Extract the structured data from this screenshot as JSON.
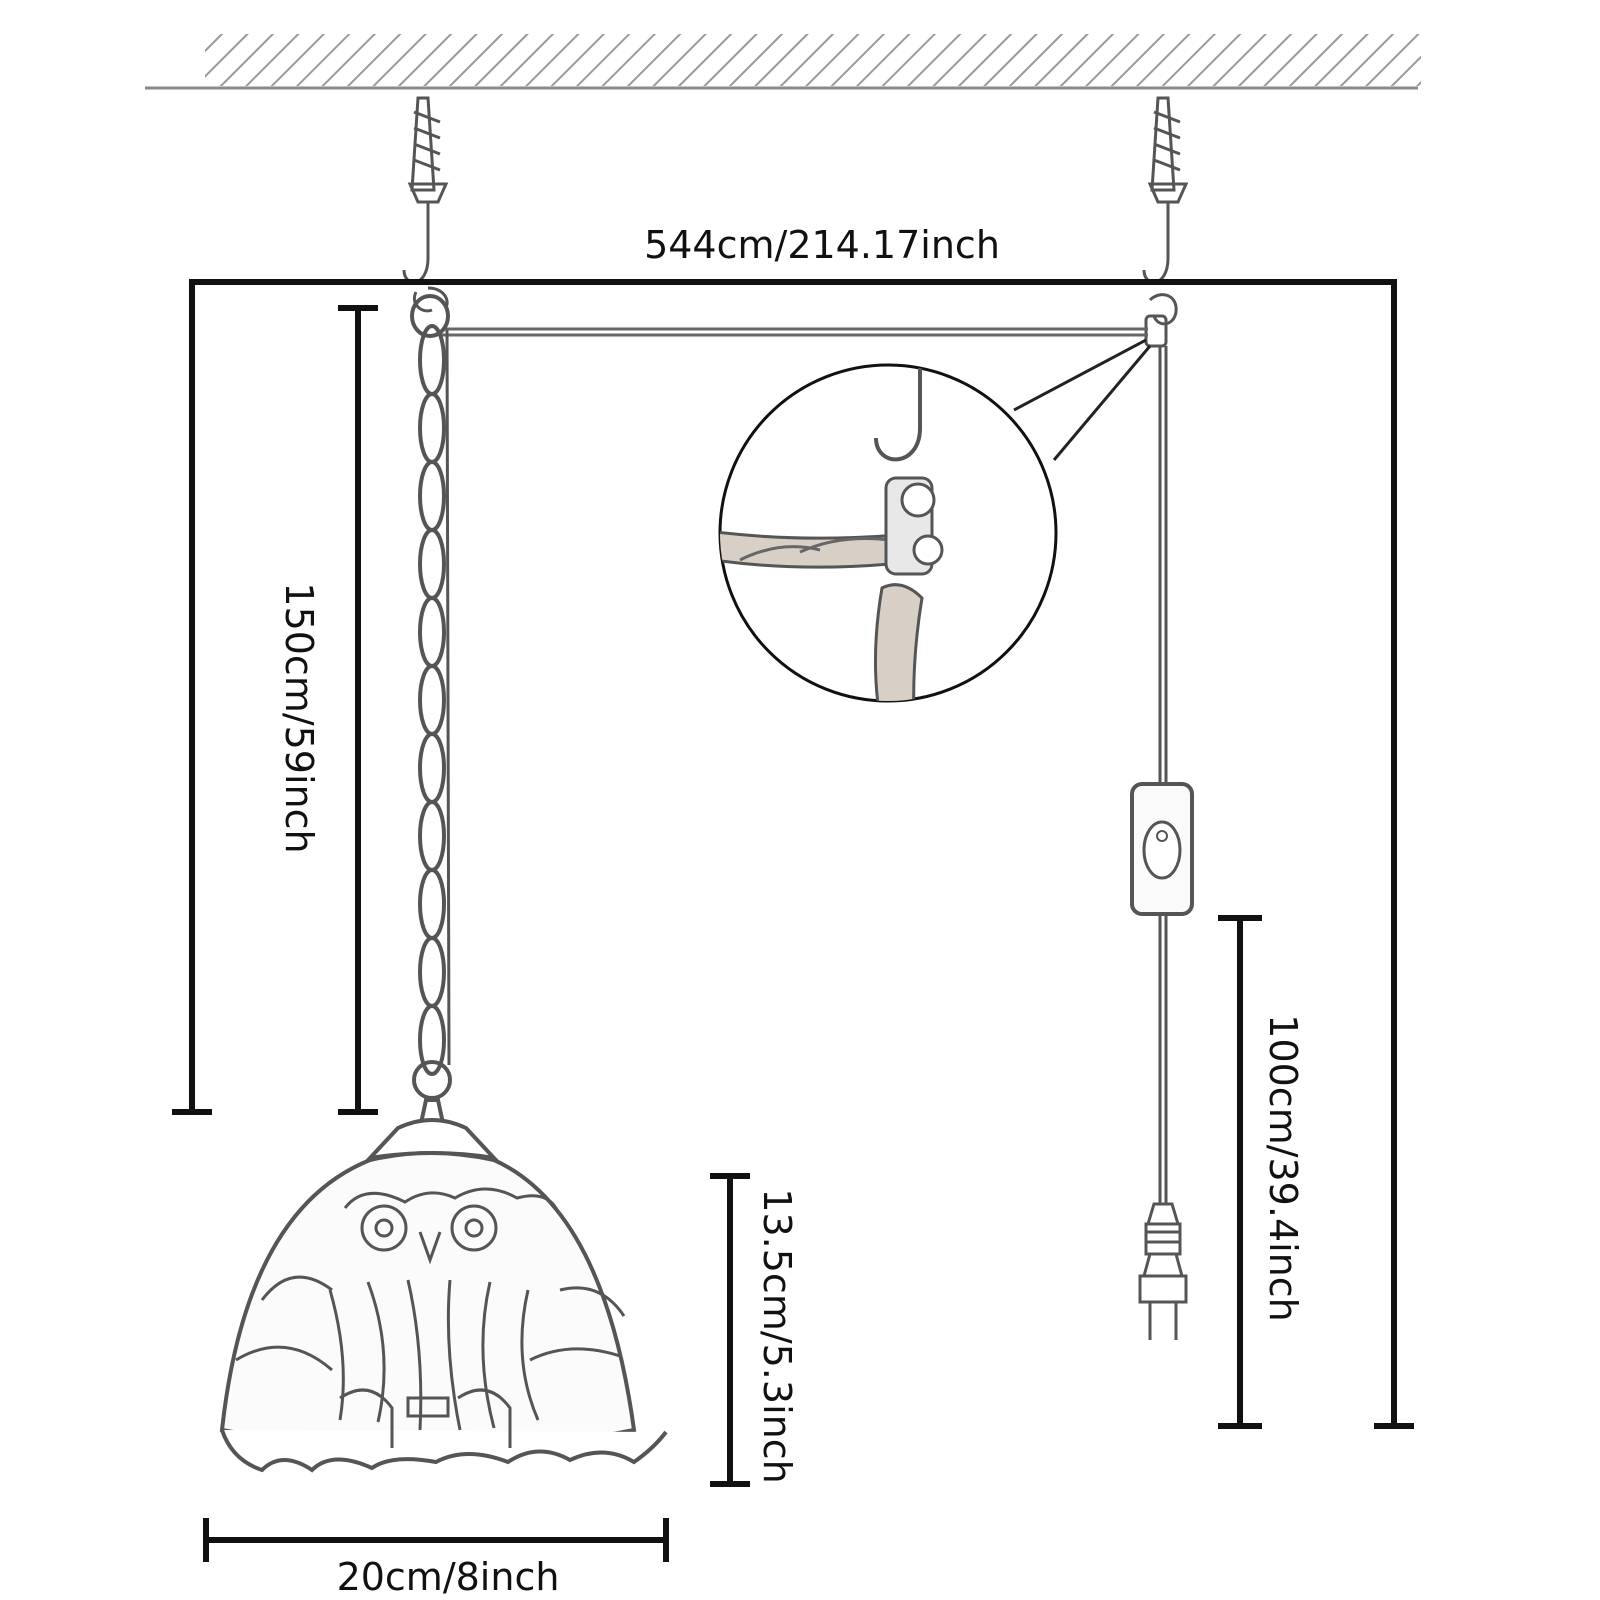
{
  "diagram": {
    "dimensions": {
      "total_width": "544cm/214.17inch",
      "chain_length": "150cm/59inch",
      "shade_height": "13.5cm/5.3inch",
      "shade_width": "20cm/8inch",
      "plug_cord_length": "100cm/39.4inch"
    }
  },
  "colors": {
    "line": "#111111",
    "drawing": "#555555",
    "background": "#ffffff"
  }
}
